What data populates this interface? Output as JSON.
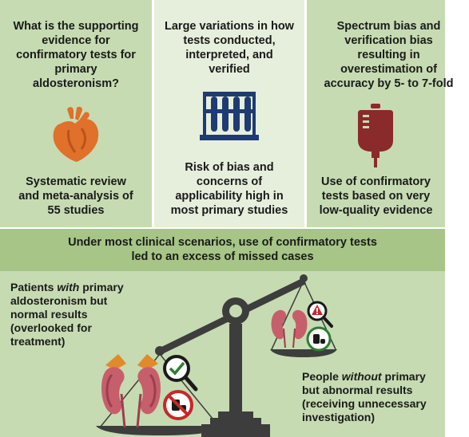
{
  "panels": [
    {
      "top_lines": [
        "What is the supporting",
        "evidence for",
        "confirmatory tests for",
        "primary",
        "aldosteronism?"
      ],
      "bottom_lines": [
        "Systematic review",
        "and meta-analysis of",
        "55 studies"
      ],
      "icon": "heart-icon"
    },
    {
      "top_lines": [
        "Large variations in how",
        "tests conducted,",
        "interpreted, and",
        "verified"
      ],
      "bottom_lines": [
        "Risk of bias and",
        "concerns of",
        "applicability high in",
        "most primary studies"
      ],
      "icon": "test-tubes-icon"
    },
    {
      "top_lines": [
        "Spectrum bias and",
        "verification bias",
        "resulting in",
        "overestimation of",
        "accuracy by 5- to 7-fold"
      ],
      "bottom_lines": [
        "Use of confirmatory",
        "tests based on very",
        "low-quality evidence"
      ],
      "icon": "iv-bag-icon"
    }
  ],
  "banner_lines": [
    "Under most clinical scenarios, use of confirmatory tests",
    "led to an excess of missed cases"
  ],
  "left_note": {
    "line1_before": "Patients ",
    "line1_em": "with",
    "line1_after": " primary",
    "lines": [
      "aldosteronism but",
      "normal results",
      "(overlooked for",
      "treatment)"
    ]
  },
  "right_note": {
    "line1_before": "People ",
    "line1_em": "without",
    "line1_after": " primary",
    "lines": [
      "but abnormal results",
      "(receiving unnecessary",
      "investigation)"
    ]
  },
  "colors": {
    "panel_green": "#c6dbb2",
    "panel_light": "#e6efdc",
    "banner_green": "#a6c586",
    "heart_orange": "#e0702a",
    "tube_navy": "#1f3b73",
    "iv_red": "#8a2a2a",
    "scale_gray": "#3d3d3d",
    "kidney_pink": "#d9808f"
  }
}
